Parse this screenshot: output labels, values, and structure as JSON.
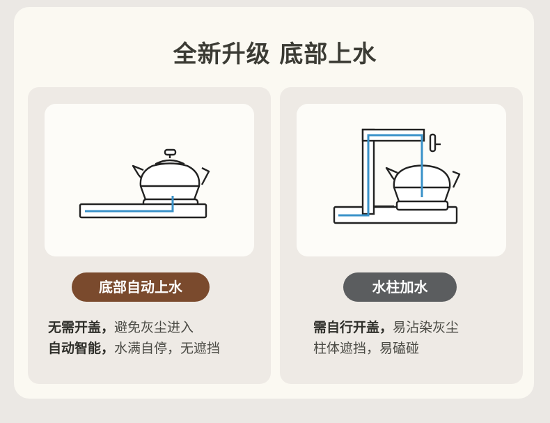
{
  "title": "全新升级 底部上水",
  "colors": {
    "brown_pill": "#7a4a2d",
    "gray_pill": "#5b5d5f",
    "water_line": "#3a92c9",
    "outline": "#222222"
  },
  "cards": [
    {
      "illustration": "bottom-fill-kettle",
      "pill": "底部自动上水",
      "lines": [
        {
          "bold": "无需开盖，",
          "rest": "避免灰尘进入"
        },
        {
          "bold": "自动智能，",
          "rest": "水满自停，无遮挡"
        }
      ]
    },
    {
      "illustration": "water-column-kettle",
      "pill": "水柱加水",
      "lines": [
        {
          "bold": "需自行开盖，",
          "rest": "易沾染灰尘"
        },
        {
          "bold": "",
          "rest": "柱体遮挡，易磕碰"
        }
      ]
    }
  ]
}
